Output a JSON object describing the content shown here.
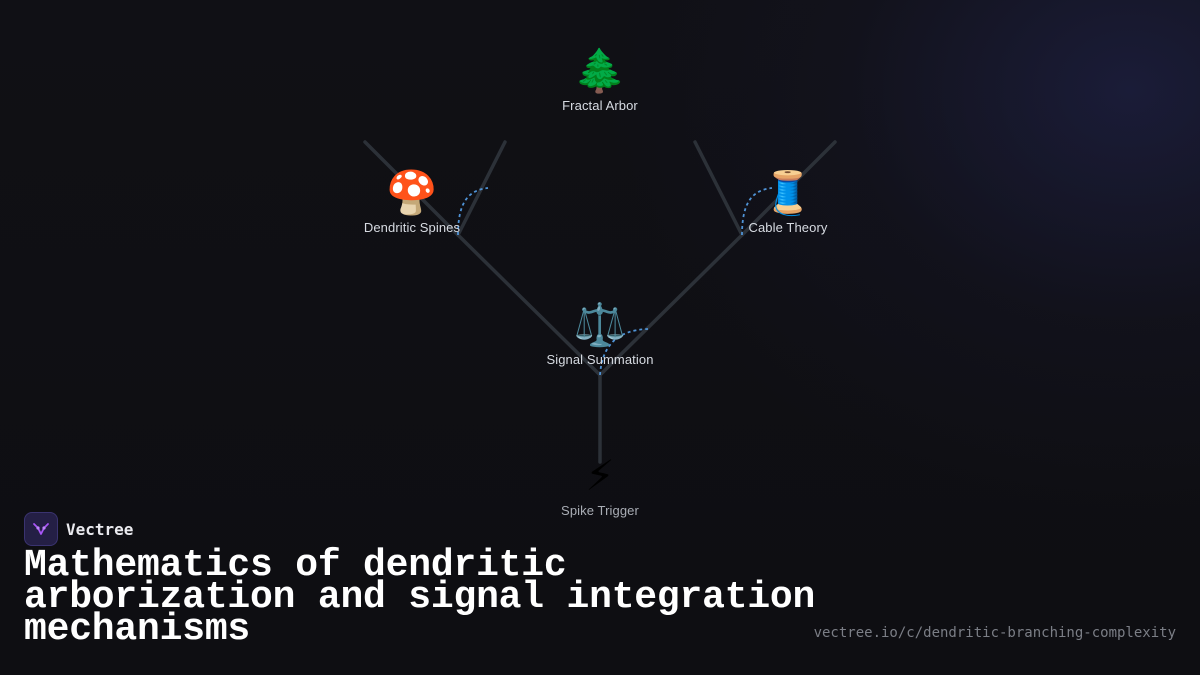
{
  "diagram": {
    "nodes": [
      {
        "id": "fractal-arbor",
        "emoji": "🌲",
        "label": "Fractal Arbor"
      },
      {
        "id": "dendritic-spines",
        "emoji": "🍄",
        "label": "Dendritic Spines"
      },
      {
        "id": "cable-theory",
        "emoji": "🧵",
        "label": "Cable Theory"
      },
      {
        "id": "signal-summation",
        "emoji": "⚖️",
        "label": "Signal Summation"
      },
      {
        "id": "spike-trigger",
        "emoji": "⚡",
        "label": "Spike Trigger"
      }
    ]
  },
  "brand": {
    "name": "Vectree"
  },
  "title": "Mathematics of dendritic arborization and signal integration mechanisms",
  "url": "vectree.io/c/dendritic-branching-complexity",
  "colors": {
    "background": "#0f0f13",
    "branch": "#2c3138",
    "signal": "#4f93d6",
    "accent": "#8b5cf6"
  }
}
